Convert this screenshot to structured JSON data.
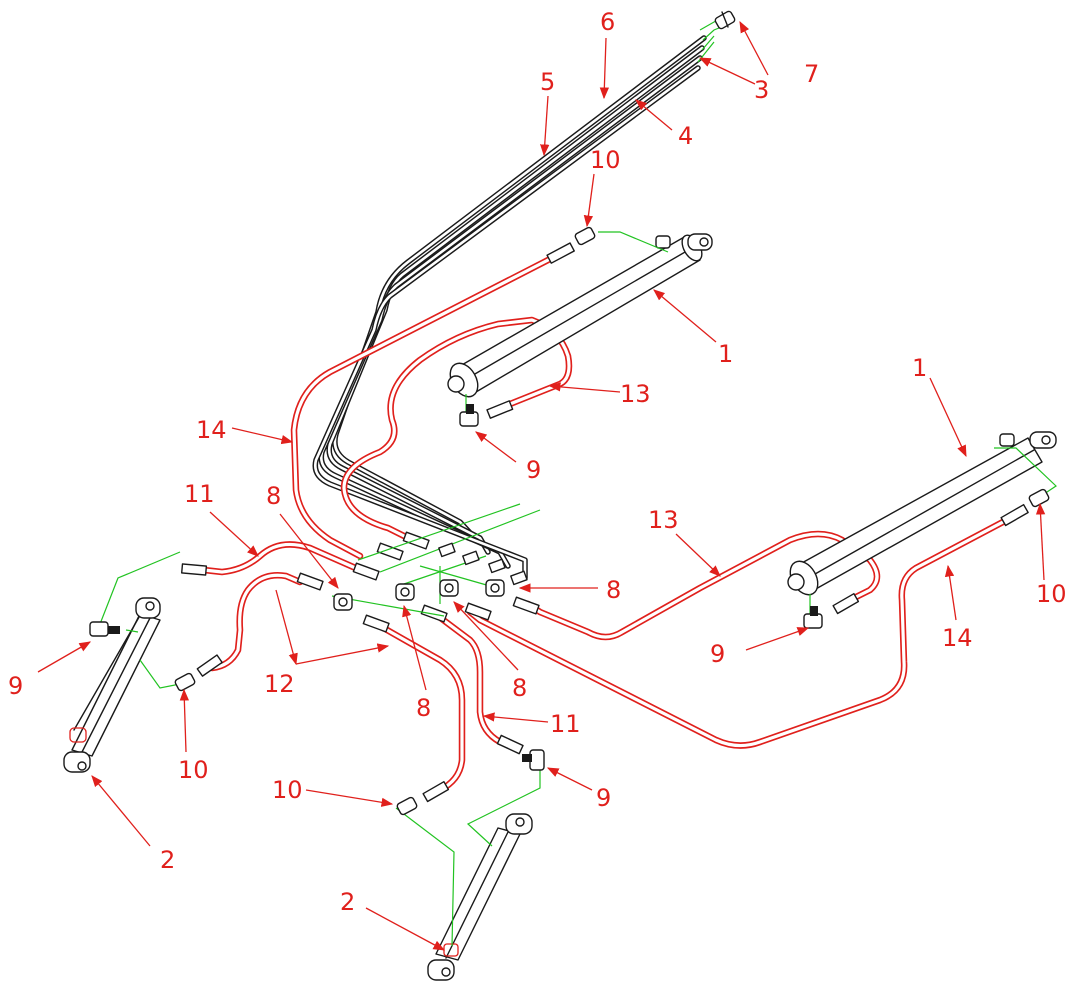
{
  "colors": {
    "callout": "#e0201c",
    "hose": "#e0201c",
    "steel_line": "#1a1a1a",
    "connector": "#22c322",
    "background": "#ffffff"
  },
  "callouts": {
    "c1a": "1",
    "c1b": "1",
    "c2a": "2",
    "c2b": "2",
    "c3": "3",
    "c4": "4",
    "c5": "5",
    "c6": "6",
    "c7": "7",
    "c8a": "8",
    "c8b": "8",
    "c8c": "8",
    "c8d": "8",
    "c9a": "9",
    "c9b": "9",
    "c9c": "9",
    "c9d": "9",
    "c10a": "10",
    "c10b": "10",
    "c10c": "10",
    "c10d": "10",
    "c11a": "11",
    "c11b": "11",
    "c12": "12",
    "c13a": "13",
    "c13b": "13",
    "c14a": "14",
    "c14b": "14"
  }
}
